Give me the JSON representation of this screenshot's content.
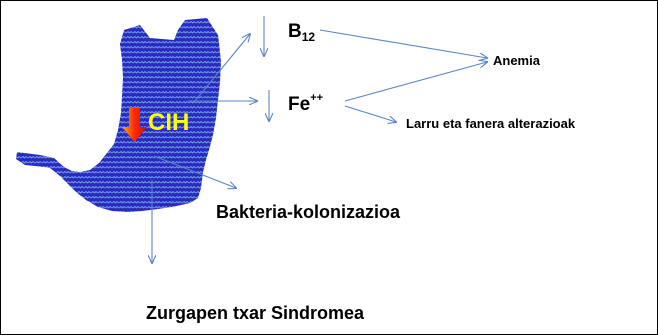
{
  "labels": {
    "b12_main": "B",
    "b12_sub": "12",
    "fe_main": "Fe",
    "fe_sup": "++",
    "anemia": "Anemia",
    "larru": "Larru eta fanera alterazioak",
    "bakteria": "Bakteria-kolonizazioa",
    "zurgapen": "Zurgapen txar Sindromea",
    "cih": "CIH"
  },
  "colors": {
    "stomach_fill": "#2a2abf",
    "stomach_pattern": "#6fa0e8",
    "arrow_line": "#5a86c4",
    "cih_text": "#ffff00",
    "down_arrow": "#e8400c",
    "frame_border": "#000000"
  }
}
